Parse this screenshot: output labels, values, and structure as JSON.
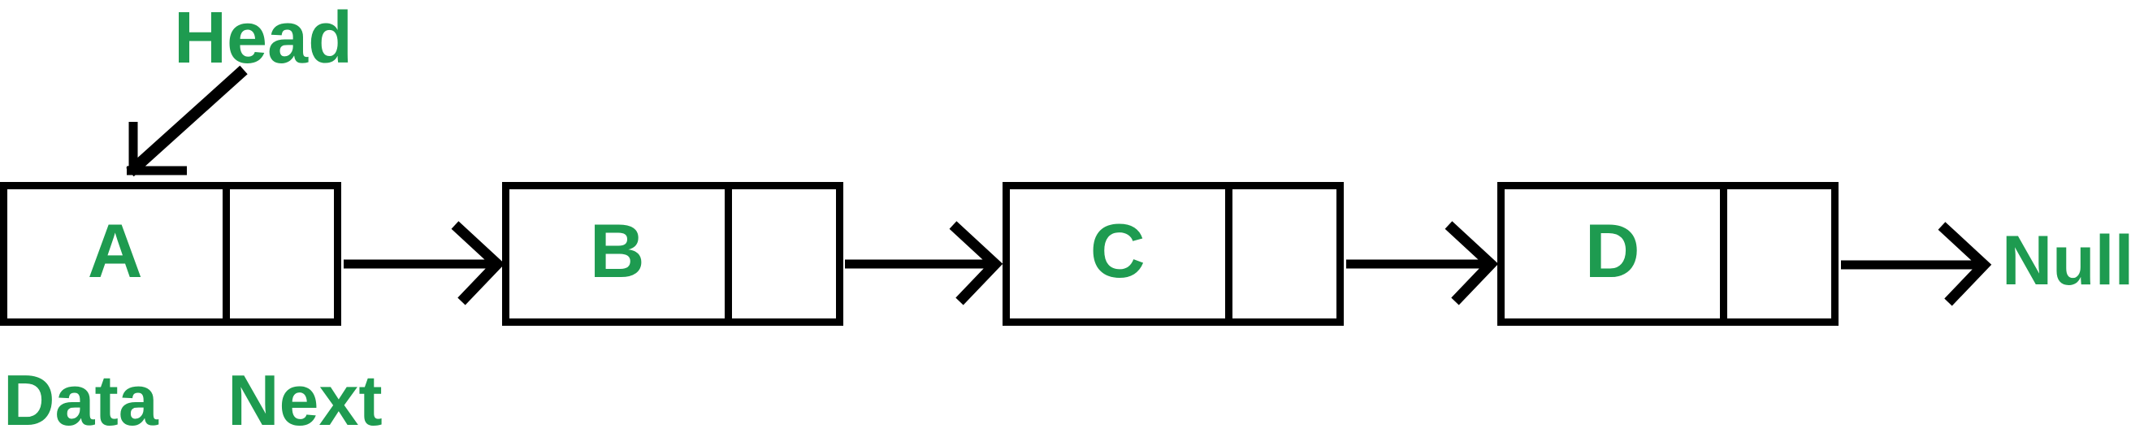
{
  "diagram": {
    "type": "singly-linked-list",
    "head_label": "Head",
    "null_label": "Null",
    "field_labels": {
      "data": "Data",
      "next": "Next"
    },
    "nodes": [
      {
        "data": "A"
      },
      {
        "data": "B"
      },
      {
        "data": "C"
      },
      {
        "data": "D"
      }
    ],
    "colors": {
      "label_green": "#1e9b50",
      "line_black": "#000000",
      "background": "#ffffff"
    }
  }
}
